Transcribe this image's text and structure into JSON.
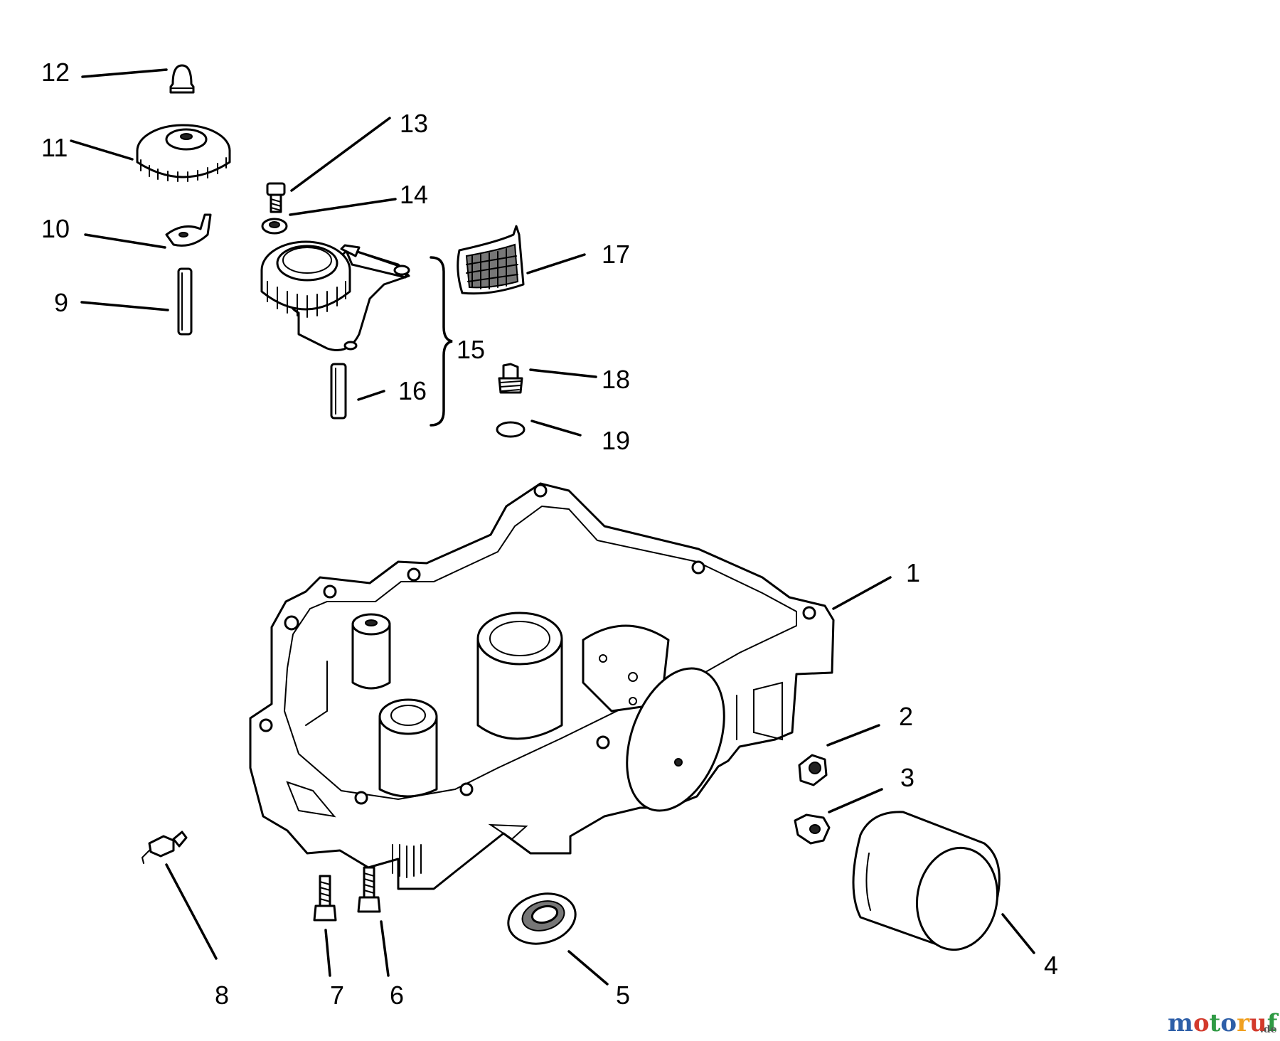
{
  "callouts": [
    "1",
    "2",
    "3",
    "4",
    "5",
    "6",
    "7",
    "8",
    "9",
    "10",
    "11",
    "12",
    "13",
    "14",
    "15",
    "16",
    "17",
    "18",
    "19"
  ],
  "watermark": {
    "parts": [
      "m",
      "o",
      "t",
      "o",
      "r",
      "u",
      "f"
    ],
    "suffix": ".de",
    "colors": [
      "#2e5fa8",
      "#d33a2c",
      "#2f9a44",
      "#2e5fa8",
      "#f0a020",
      "#d33a2c",
      "#2f9a44"
    ]
  }
}
